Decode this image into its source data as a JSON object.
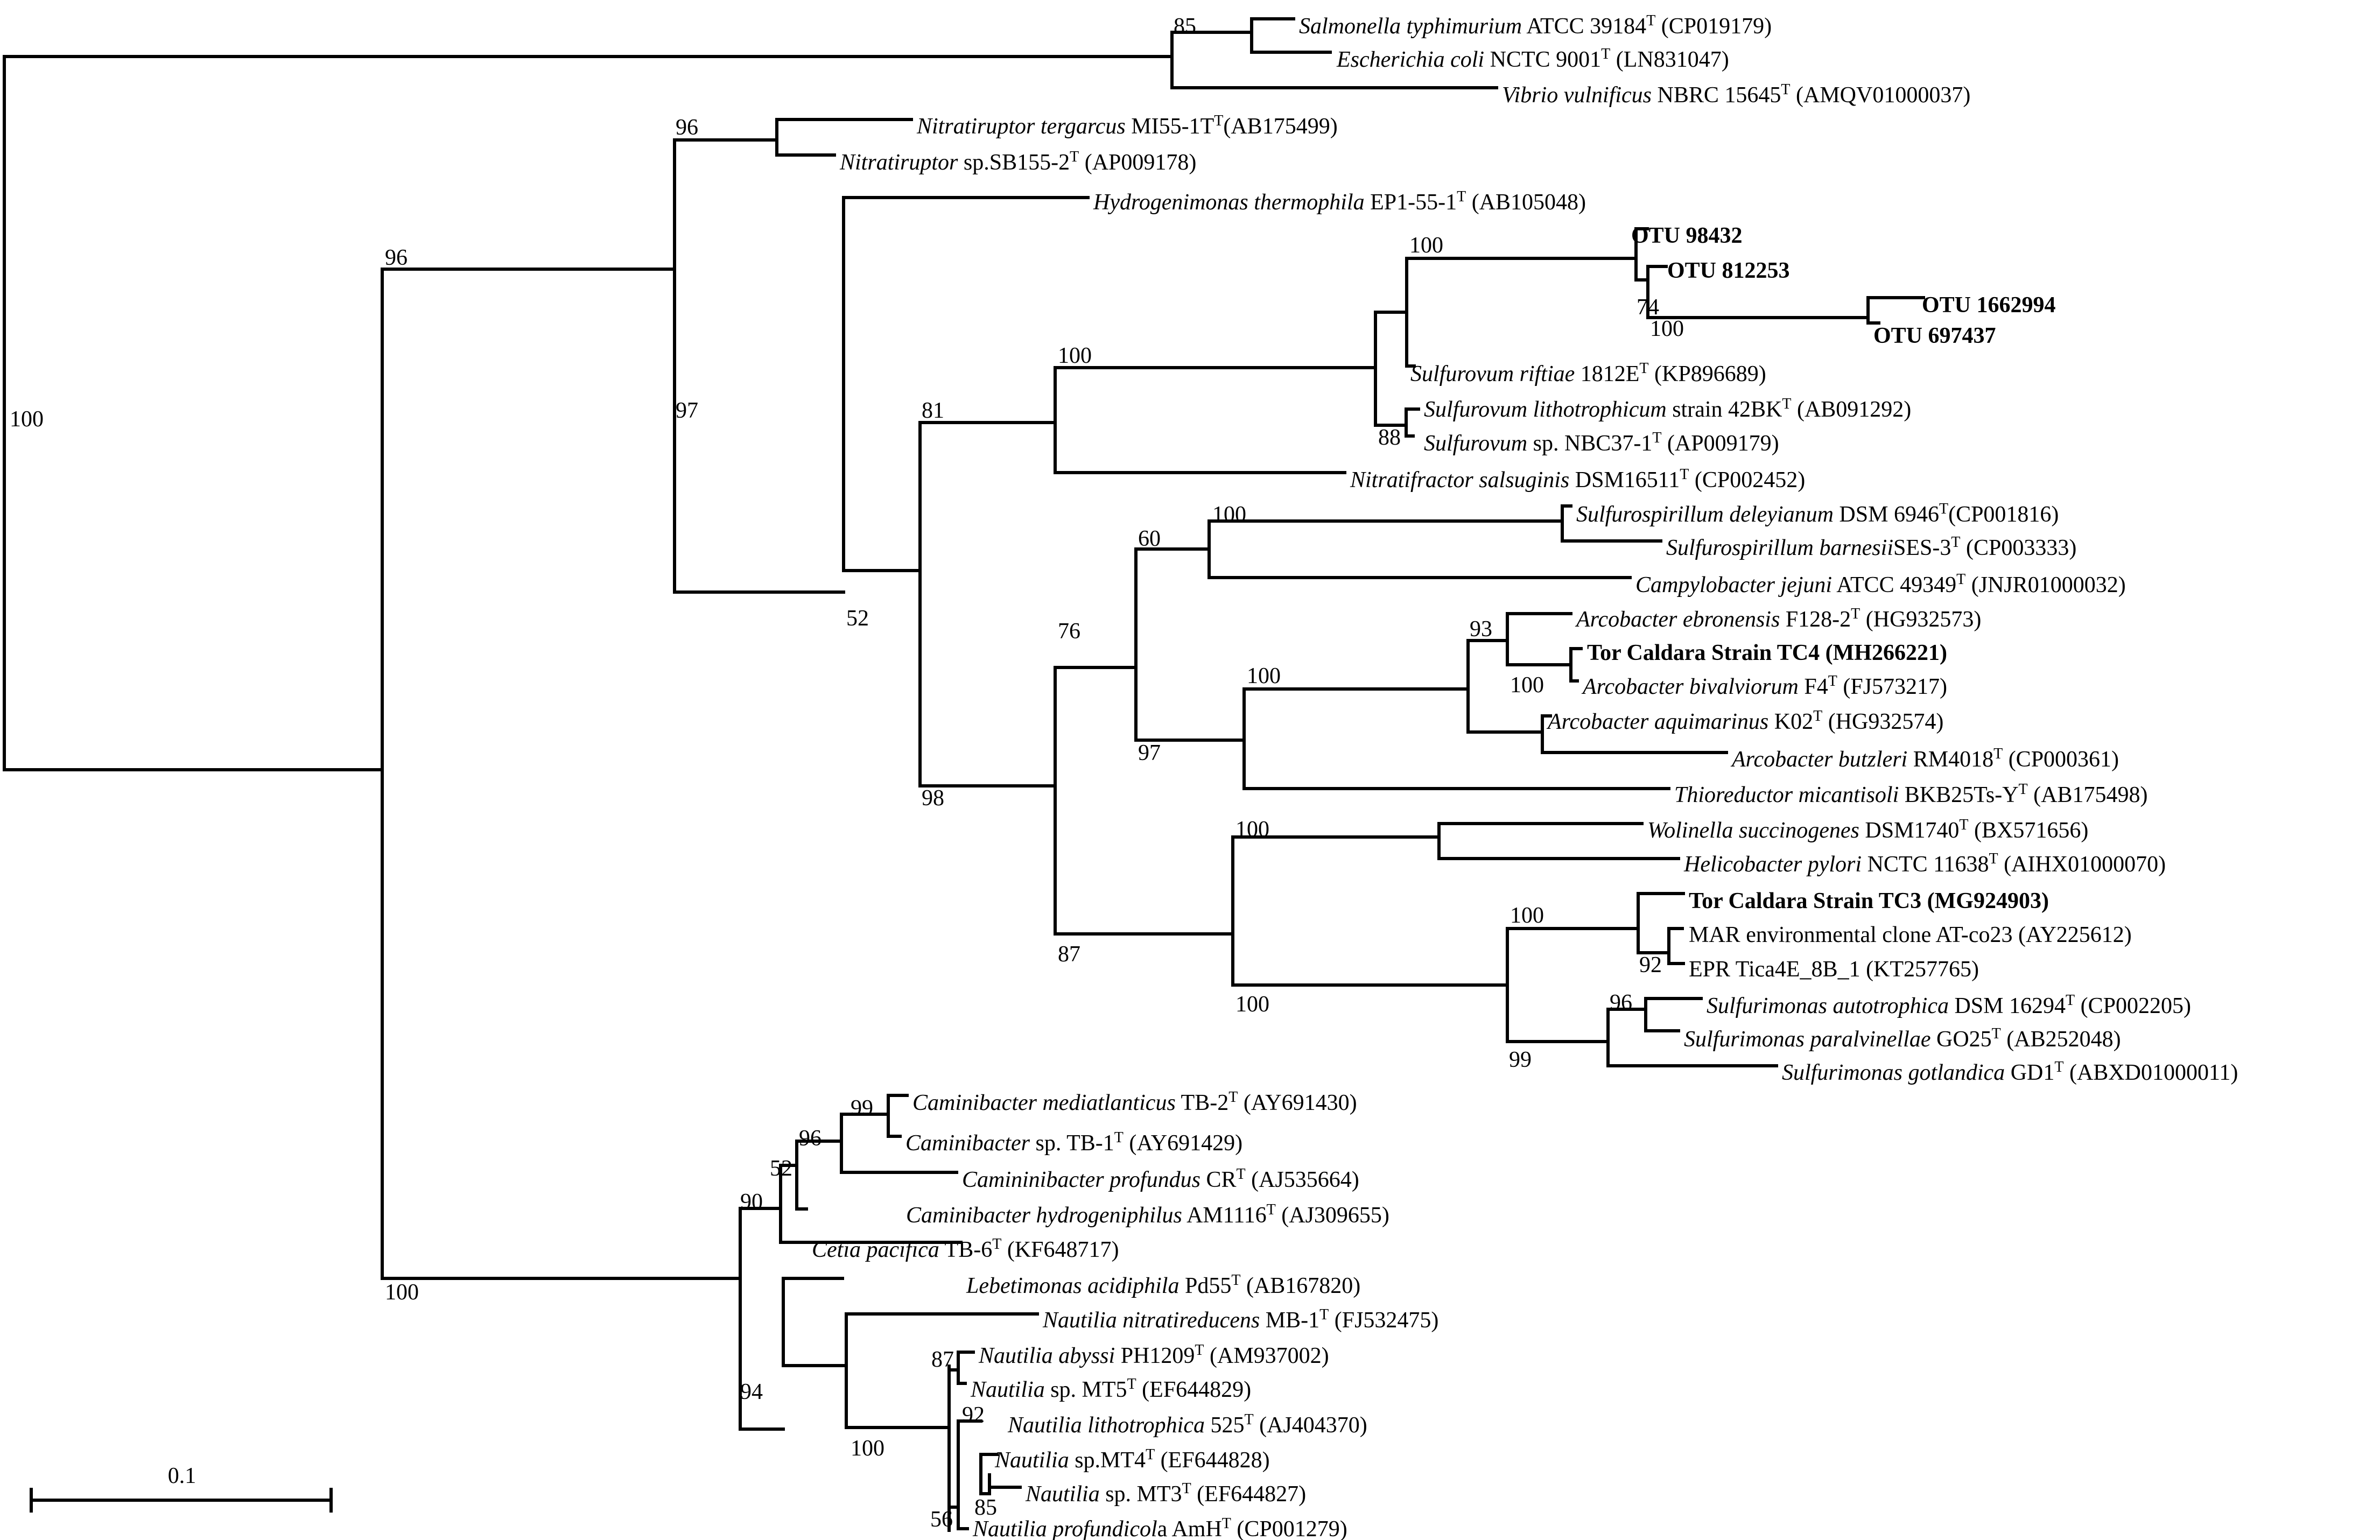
{
  "figure": {
    "scale_bar_label": "0.1",
    "taxa": [
      {
        "key": "salm",
        "parts": [
          {
            "t": "Salmonella typhimurium",
            "i": true
          },
          {
            "t": " ATCC 39184"
          },
          {
            "t": "T",
            "sup": true
          },
          {
            "t": " (CP019179)"
          }
        ]
      },
      {
        "key": "ecoli",
        "parts": [
          {
            "t": "Escherichia coli",
            "i": true
          },
          {
            "t": " NCTC 9001"
          },
          {
            "t": "T",
            "sup": true
          },
          {
            "t": " (LN831047)"
          }
        ]
      },
      {
        "key": "vibrio",
        "parts": [
          {
            "t": "Vibrio vulnificus",
            "i": true
          },
          {
            "t": " NBRC 15645"
          },
          {
            "t": "T",
            "sup": true
          },
          {
            "t": " (AMQV01000037)"
          }
        ]
      },
      {
        "key": "nterg",
        "parts": [
          {
            "t": "Nitratiruptor tergarcus",
            "i": true
          },
          {
            "t": " MI55-1T"
          },
          {
            "t": "T",
            "sup": true
          },
          {
            "t": "(AB175499)"
          }
        ]
      },
      {
        "key": "nsb",
        "parts": [
          {
            "t": "Nitratiruptor",
            "i": true
          },
          {
            "t": " sp.SB155-2"
          },
          {
            "t": "T",
            "sup": true
          },
          {
            "t": " (AP009178)"
          }
        ]
      },
      {
        "key": "hydro",
        "parts": [
          {
            "t": "Hydrogenimonas thermophila",
            "i": true
          },
          {
            "t": " EP1-55-1"
          },
          {
            "t": "T",
            "sup": true
          },
          {
            "t": " (AB105048)"
          }
        ]
      },
      {
        "key": "otu98",
        "parts": [
          {
            "t": "OTU 98432",
            "b": true
          }
        ]
      },
      {
        "key": "otu81",
        "parts": [
          {
            "t": "OTU 812253",
            "b": true
          }
        ]
      },
      {
        "key": "otu16",
        "parts": [
          {
            "t": "OTU 1662994",
            "b": true
          }
        ]
      },
      {
        "key": "otu69",
        "parts": [
          {
            "t": "OTU 697437",
            "b": true
          }
        ]
      },
      {
        "key": "sriftiae",
        "parts": [
          {
            "t": "Sulfurovum riftiae",
            "i": true
          },
          {
            "t": " 1812E"
          },
          {
            "t": "T",
            "sup": true
          },
          {
            "t": " (KP896689)"
          }
        ]
      },
      {
        "key": "slitho",
        "parts": [
          {
            "t": "Sulfurovum lithotrophicum",
            "i": true
          },
          {
            "t": " strain 42BK"
          },
          {
            "t": "T",
            "sup": true
          },
          {
            "t": " (AB091292)"
          }
        ]
      },
      {
        "key": "snbc",
        "parts": [
          {
            "t": "Sulfurovum",
            "i": true
          },
          {
            "t": " sp. NBC37-1"
          },
          {
            "t": "T",
            "sup": true
          },
          {
            "t": " (AP009179)"
          }
        ]
      },
      {
        "key": "nitratif",
        "parts": [
          {
            "t": "Nitratifractor salsuginis",
            "i": true
          },
          {
            "t": " DSM16511"
          },
          {
            "t": "T",
            "sup": true
          },
          {
            "t": " (CP002452)"
          }
        ]
      },
      {
        "key": "sdel",
        "parts": [
          {
            "t": "Sulfurospirillum deleyianum",
            "i": true
          },
          {
            "t": " DSM 6946"
          },
          {
            "t": "T",
            "sup": true
          },
          {
            "t": "(CP001816)"
          }
        ]
      },
      {
        "key": "sbar",
        "parts": [
          {
            "t": "Sulfurospirillum barnesii",
            "i": true
          },
          {
            "t": "SES-3"
          },
          {
            "t": "T",
            "sup": true
          },
          {
            "t": " (CP003333)"
          }
        ]
      },
      {
        "key": "cjej",
        "parts": [
          {
            "t": "Campylobacter jejuni",
            "i": true
          },
          {
            "t": " ATCC 49349"
          },
          {
            "t": "T",
            "sup": true
          },
          {
            "t": " (JNJR01000032)"
          }
        ]
      },
      {
        "key": "aebr",
        "parts": [
          {
            "t": "Arcobacter ebronensis",
            "i": true
          },
          {
            "t": " F128-2"
          },
          {
            "t": "T",
            "sup": true
          },
          {
            "t": " (HG932573)"
          }
        ]
      },
      {
        "key": "tc4",
        "parts": [
          {
            "t": "Tor Caldara Strain TC4 (MH266221)",
            "b": true
          }
        ]
      },
      {
        "key": "abiv",
        "parts": [
          {
            "t": "Arcobacter bivalviorum",
            "i": true
          },
          {
            "t": " F4"
          },
          {
            "t": "T",
            "sup": true
          },
          {
            "t": " (FJ573217)"
          }
        ]
      },
      {
        "key": "aaqu",
        "parts": [
          {
            "t": "Arcobacter aquimarinus",
            "i": true
          },
          {
            "t": " K02"
          },
          {
            "t": "T",
            "sup": true
          },
          {
            "t": " (HG932574)"
          }
        ]
      },
      {
        "key": "abut",
        "parts": [
          {
            "t": "Arcobacter butzleri",
            "i": true
          },
          {
            "t": " RM4018"
          },
          {
            "t": "T",
            "sup": true
          },
          {
            "t": " (CP000361)"
          }
        ]
      },
      {
        "key": "thio",
        "parts": [
          {
            "t": "Thioreductor micantisoli",
            "i": true
          },
          {
            "t": " BKB25Ts-Y"
          },
          {
            "t": "T",
            "sup": true
          },
          {
            "t": " (AB175498)"
          }
        ]
      },
      {
        "key": "wol",
        "parts": [
          {
            "t": "Wolinella succinogenes",
            "i": true
          },
          {
            "t": " DSM1740"
          },
          {
            "t": "T",
            "sup": true
          },
          {
            "t": " (BX571656)"
          }
        ]
      },
      {
        "key": "hpyl",
        "parts": [
          {
            "t": "Helicobacter pylori",
            "i": true
          },
          {
            "t": " NCTC 11638"
          },
          {
            "t": "T",
            "sup": true
          },
          {
            "t": " (AIHX01000070)"
          }
        ]
      },
      {
        "key": "tc3",
        "parts": [
          {
            "t": "Tor Caldara Strain TC3 (MG924903)",
            "b": true
          }
        ]
      },
      {
        "key": "mar",
        "parts": [
          {
            "t": "MAR environmental clone AT-co23 (AY225612)"
          }
        ]
      },
      {
        "key": "epr",
        "parts": [
          {
            "t": "EPR Tica4E_8B_1 (KT257765)"
          }
        ]
      },
      {
        "key": "saut",
        "parts": [
          {
            "t": "Sulfurimonas autotrophica",
            "i": true
          },
          {
            "t": " DSM 16294"
          },
          {
            "t": "T",
            "sup": true
          },
          {
            "t": " (CP002205)"
          }
        ]
      },
      {
        "key": "spar",
        "parts": [
          {
            "t": "Sulfurimonas paralvinellae",
            "i": true
          },
          {
            "t": " GO25"
          },
          {
            "t": "T",
            "sup": true
          },
          {
            "t": " (AB252048)"
          }
        ]
      },
      {
        "key": "sgot",
        "parts": [
          {
            "t": "Sulfurimonas gotlandica",
            "i": true
          },
          {
            "t": " GD1"
          },
          {
            "t": "T",
            "sup": true
          },
          {
            "t": " (ABXD01000011)"
          }
        ]
      },
      {
        "key": "cmed",
        "parts": [
          {
            "t": "Caminibacter mediatlanticus",
            "i": true
          },
          {
            "t": " TB-2"
          },
          {
            "t": "T",
            "sup": true
          },
          {
            "t": " (AY691430)"
          }
        ]
      },
      {
        "key": "ctb1",
        "parts": [
          {
            "t": "Caminibacter",
            "i": true
          },
          {
            "t": " sp. TB-1"
          },
          {
            "t": "T",
            "sup": true
          },
          {
            "t": " (AY691429)"
          }
        ]
      },
      {
        "key": "cpro",
        "parts": [
          {
            "t": "Camininibacter profundus",
            "i": true
          },
          {
            "t": " CR"
          },
          {
            "t": "T",
            "sup": true
          },
          {
            "t": " (AJ535664)"
          }
        ]
      },
      {
        "key": "chyd",
        "parts": [
          {
            "t": "Caminibacter hydrogeniphilus",
            "i": true
          },
          {
            "t": " AM1116"
          },
          {
            "t": "T",
            "sup": true
          },
          {
            "t": " (AJ309655)"
          }
        ]
      },
      {
        "key": "cetia",
        "parts": [
          {
            "t": "Cetia pacifica",
            "i": true
          },
          {
            "t": " TB-6"
          },
          {
            "t": "T",
            "sup": true
          },
          {
            "t": " (KF648717)"
          }
        ]
      },
      {
        "key": "leb",
        "parts": [
          {
            "t": "Lebetimonas acidiphila",
            "i": true
          },
          {
            "t": " Pd55"
          },
          {
            "t": "T",
            "sup": true
          },
          {
            "t": " (AB167820)"
          }
        ]
      },
      {
        "key": "nnit",
        "parts": [
          {
            "t": "Nautilia nitratireducens",
            "i": true
          },
          {
            "t": " MB-1"
          },
          {
            "t": "T",
            "sup": true
          },
          {
            "t": " (FJ532475)"
          }
        ]
      },
      {
        "key": "naby",
        "parts": [
          {
            "t": "Nautilia abyssi",
            "i": true
          },
          {
            "t": " PH1209"
          },
          {
            "t": "T",
            "sup": true
          },
          {
            "t": " (AM937002)"
          }
        ]
      },
      {
        "key": "nmt5",
        "parts": [
          {
            "t": "Nautilia",
            "i": true
          },
          {
            "t": " sp. MT5"
          },
          {
            "t": "T",
            "sup": true
          },
          {
            "t": " (EF644829)"
          }
        ]
      },
      {
        "key": "nlit",
        "parts": [
          {
            "t": "Nautilia lithotrophica",
            "i": true
          },
          {
            "t": " 525"
          },
          {
            "t": "T",
            "sup": true
          },
          {
            "t": " (AJ404370)"
          }
        ]
      },
      {
        "key": "nmt4",
        "parts": [
          {
            "t": "Nautilia",
            "i": true
          },
          {
            "t": " sp.MT4"
          },
          {
            "t": "T",
            "sup": true
          },
          {
            "t": " (EF644828)"
          }
        ]
      },
      {
        "key": "nmt3",
        "parts": [
          {
            "t": "Nautilia",
            "i": true
          },
          {
            "t": " sp. MT3"
          },
          {
            "t": "T",
            "sup": true
          },
          {
            "t": " (EF644827)"
          }
        ]
      },
      {
        "key": "nprof",
        "parts": [
          {
            "t": "Nautilia profundicol",
            "i": true
          },
          {
            "t": "a AmH"
          },
          {
            "t": "T",
            "sup": true
          },
          {
            "t": " (CP001279)"
          }
        ]
      }
    ],
    "bootstrap": [
      {
        "key": "b_entero",
        "v": "85"
      },
      {
        "key": "b_root",
        "v": "100"
      },
      {
        "key": "b_epsilon",
        "v": "96"
      },
      {
        "key": "b_nitrup",
        "v": "96"
      },
      {
        "key": "b_nitrup_grp",
        "v": "97"
      },
      {
        "key": "b_sulfuro",
        "v": "100"
      },
      {
        "key": "b_otu_clade",
        "v": "100"
      },
      {
        "key": "b_otu74",
        "v": "74"
      },
      {
        "key": "b_otu100",
        "v": "100"
      },
      {
        "key": "b_slitho88",
        "v": "88"
      },
      {
        "key": "b_n81",
        "v": "81"
      },
      {
        "key": "b_n52",
        "v": "52"
      },
      {
        "key": "b_sulfurosp",
        "v": "100"
      },
      {
        "key": "b_n60",
        "v": "60"
      },
      {
        "key": "b_n76",
        "v": "76"
      },
      {
        "key": "b_arco",
        "v": "100"
      },
      {
        "key": "b_arco93",
        "v": "93"
      },
      {
        "key": "b_tc4",
        "v": "100"
      },
      {
        "key": "b_n97b",
        "v": "97"
      },
      {
        "key": "b_n98",
        "v": "98"
      },
      {
        "key": "b_wolhel",
        "v": "100"
      },
      {
        "key": "b_tc3",
        "v": "100"
      },
      {
        "key": "b_mar92",
        "v": "92"
      },
      {
        "key": "b_sulfi96",
        "v": "96"
      },
      {
        "key": "b_n100c",
        "v": "100"
      },
      {
        "key": "b_n99",
        "v": "99"
      },
      {
        "key": "b_n87",
        "v": "87"
      },
      {
        "key": "b_cam99",
        "v": "99"
      },
      {
        "key": "b_cam96",
        "v": "96"
      },
      {
        "key": "b_cam52",
        "v": "52"
      },
      {
        "key": "b_cam90",
        "v": "90"
      },
      {
        "key": "b_naut100",
        "v": "100"
      },
      {
        "key": "b_naut94",
        "v": "94"
      },
      {
        "key": "b_naut100b",
        "v": "100"
      },
      {
        "key": "b_naut87",
        "v": "87"
      },
      {
        "key": "b_naut92",
        "v": "92"
      },
      {
        "key": "b_naut85",
        "v": "85"
      },
      {
        "key": "b_naut56",
        "v": "56"
      }
    ]
  }
}
